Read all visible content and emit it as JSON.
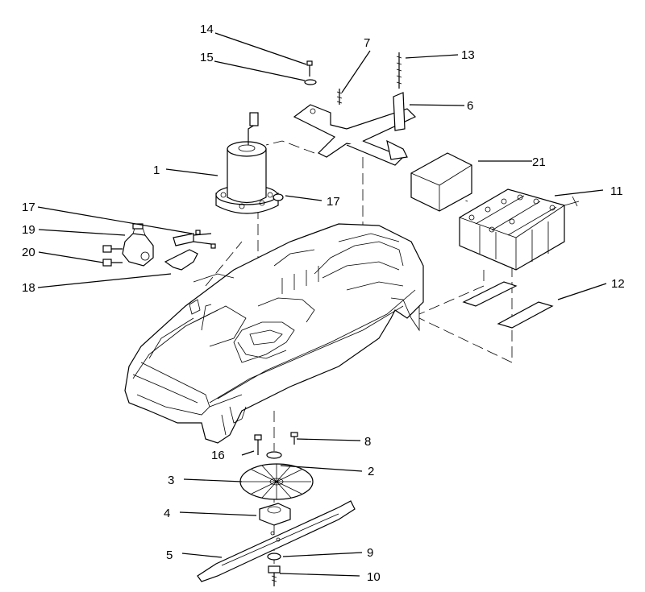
{
  "callouts": [
    {
      "id": "c1",
      "text": "1"
    },
    {
      "id": "c2",
      "text": "2"
    },
    {
      "id": "c3",
      "text": "3"
    },
    {
      "id": "c4",
      "text": "4"
    },
    {
      "id": "c5",
      "text": "5"
    },
    {
      "id": "c6",
      "text": "6"
    },
    {
      "id": "c7",
      "text": "7"
    },
    {
      "id": "c8",
      "text": "8"
    },
    {
      "id": "c9",
      "text": "9"
    },
    {
      "id": "c10",
      "text": "10"
    },
    {
      "id": "c11",
      "text": "11"
    },
    {
      "id": "c12",
      "text": "12"
    },
    {
      "id": "c13",
      "text": "13"
    },
    {
      "id": "c14",
      "text": "14"
    },
    {
      "id": "c15",
      "text": "15"
    },
    {
      "id": "c16",
      "text": "16"
    },
    {
      "id": "c17a",
      "text": "17"
    },
    {
      "id": "c17b",
      "text": "17"
    },
    {
      "id": "c18",
      "text": "18"
    },
    {
      "id": "c19",
      "text": "19"
    },
    {
      "id": "c20",
      "text": "20"
    },
    {
      "id": "c21",
      "text": "21"
    }
  ]
}
